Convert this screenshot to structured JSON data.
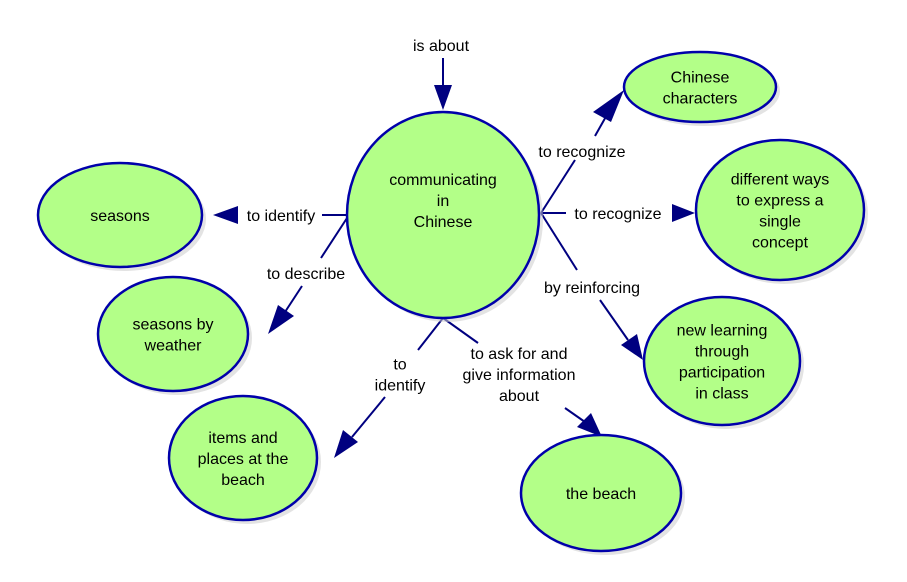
{
  "diagram": {
    "type": "concept-map",
    "colors": {
      "node_fill": "#b3ff88",
      "node_stroke": "#0000aa",
      "edge": "#000080",
      "text": "#000000",
      "background": "#ffffff"
    },
    "focus_question_label": "is about",
    "central_concept": {
      "id": "central",
      "lines": [
        "communicating",
        "in",
        "Chinese"
      ]
    },
    "concepts": [
      {
        "id": "chinese-characters",
        "lines": [
          "Chinese",
          "characters"
        ]
      },
      {
        "id": "different-ways",
        "lines": [
          "different ways",
          "to express a",
          "single",
          "concept"
        ]
      },
      {
        "id": "seasons",
        "lines": [
          "seasons"
        ]
      },
      {
        "id": "seasons-by-weather",
        "lines": [
          "seasons by",
          "weather"
        ]
      },
      {
        "id": "new-learning",
        "lines": [
          "new learning",
          "through",
          "participation",
          "in class"
        ]
      },
      {
        "id": "items-and-places",
        "lines": [
          "items and",
          "places at the",
          "beach"
        ]
      },
      {
        "id": "the-beach",
        "lines": [
          "the beach"
        ]
      }
    ],
    "links": [
      {
        "from": "central",
        "to": "chinese-characters",
        "lines": [
          "to recognize"
        ]
      },
      {
        "from": "central",
        "to": "different-ways",
        "lines": [
          "to recognize"
        ]
      },
      {
        "from": "central",
        "to": "seasons",
        "lines": [
          "to identify"
        ]
      },
      {
        "from": "central",
        "to": "seasons-by-weather",
        "lines": [
          "to describe"
        ]
      },
      {
        "from": "central",
        "to": "new-learning",
        "lines": [
          "by reinforcing"
        ]
      },
      {
        "from": "central",
        "to": "items-and-places",
        "lines": [
          "to",
          "identify"
        ]
      },
      {
        "from": "central",
        "to": "the-beach",
        "lines": [
          "to ask for and",
          "give information",
          "about"
        ]
      }
    ]
  }
}
